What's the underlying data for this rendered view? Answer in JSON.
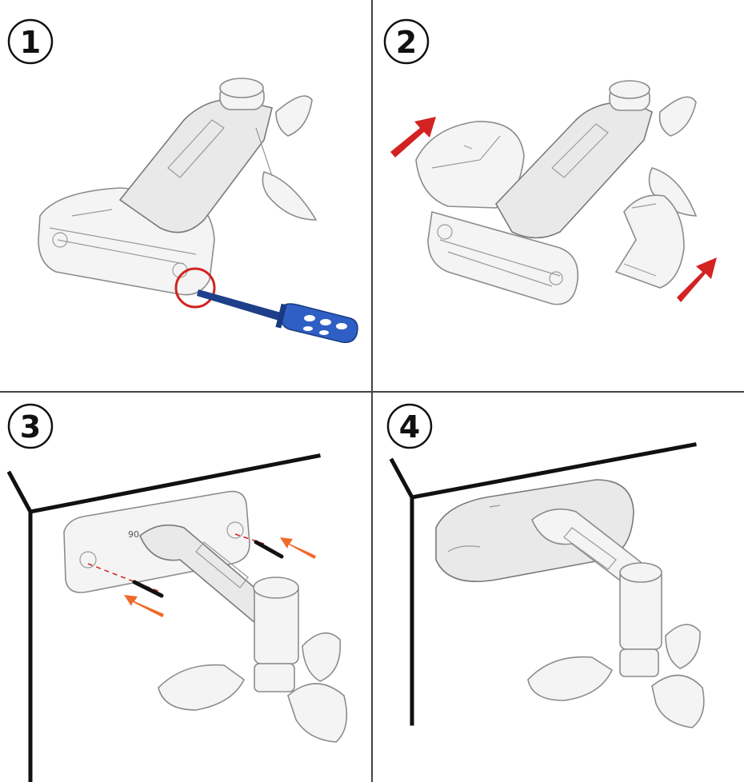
{
  "panels": [
    {
      "step": "1",
      "description_icon": "screwdriver-icon",
      "accent_color": "#2f5fc4",
      "highlight_color": "#d32222"
    },
    {
      "step": "2",
      "description_icon": "arrow-up-right-icon",
      "accent_color": "#d32222"
    },
    {
      "step": "3",
      "description_icon": "screw-icon",
      "accent_color": "#ef6a2a",
      "mark": "90"
    },
    {
      "step": "4",
      "description_icon": "mounted-arm-icon"
    }
  ],
  "colors": {
    "divider": "#444444",
    "wall_line": "#111111",
    "part_outline": "#8c8c8c",
    "screwdriver": "#2f5fc4",
    "arrow_red": "#d32222",
    "arrow_orange": "#ef6a2a"
  }
}
